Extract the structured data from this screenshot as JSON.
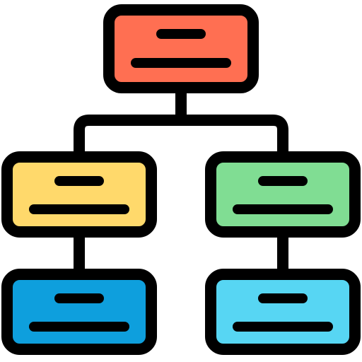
{
  "diagram": {
    "icon": "hierarchy-org-chart-icon",
    "stroke_color": "#000000",
    "background_color": "#ffffff",
    "nodes": [
      {
        "id": "root",
        "fill": "#FF6F52"
      },
      {
        "id": "mid-left",
        "fill": "#FFD96B"
      },
      {
        "id": "mid-right",
        "fill": "#80DD93"
      },
      {
        "id": "bottom-left",
        "fill": "#0E9FDD"
      },
      {
        "id": "bottom-right",
        "fill": "#57D6F3"
      }
    ],
    "edges": [
      {
        "from": "root",
        "to": "mid-left"
      },
      {
        "from": "root",
        "to": "mid-right"
      },
      {
        "from": "mid-left",
        "to": "bottom-left"
      },
      {
        "from": "mid-right",
        "to": "bottom-right"
      }
    ]
  }
}
